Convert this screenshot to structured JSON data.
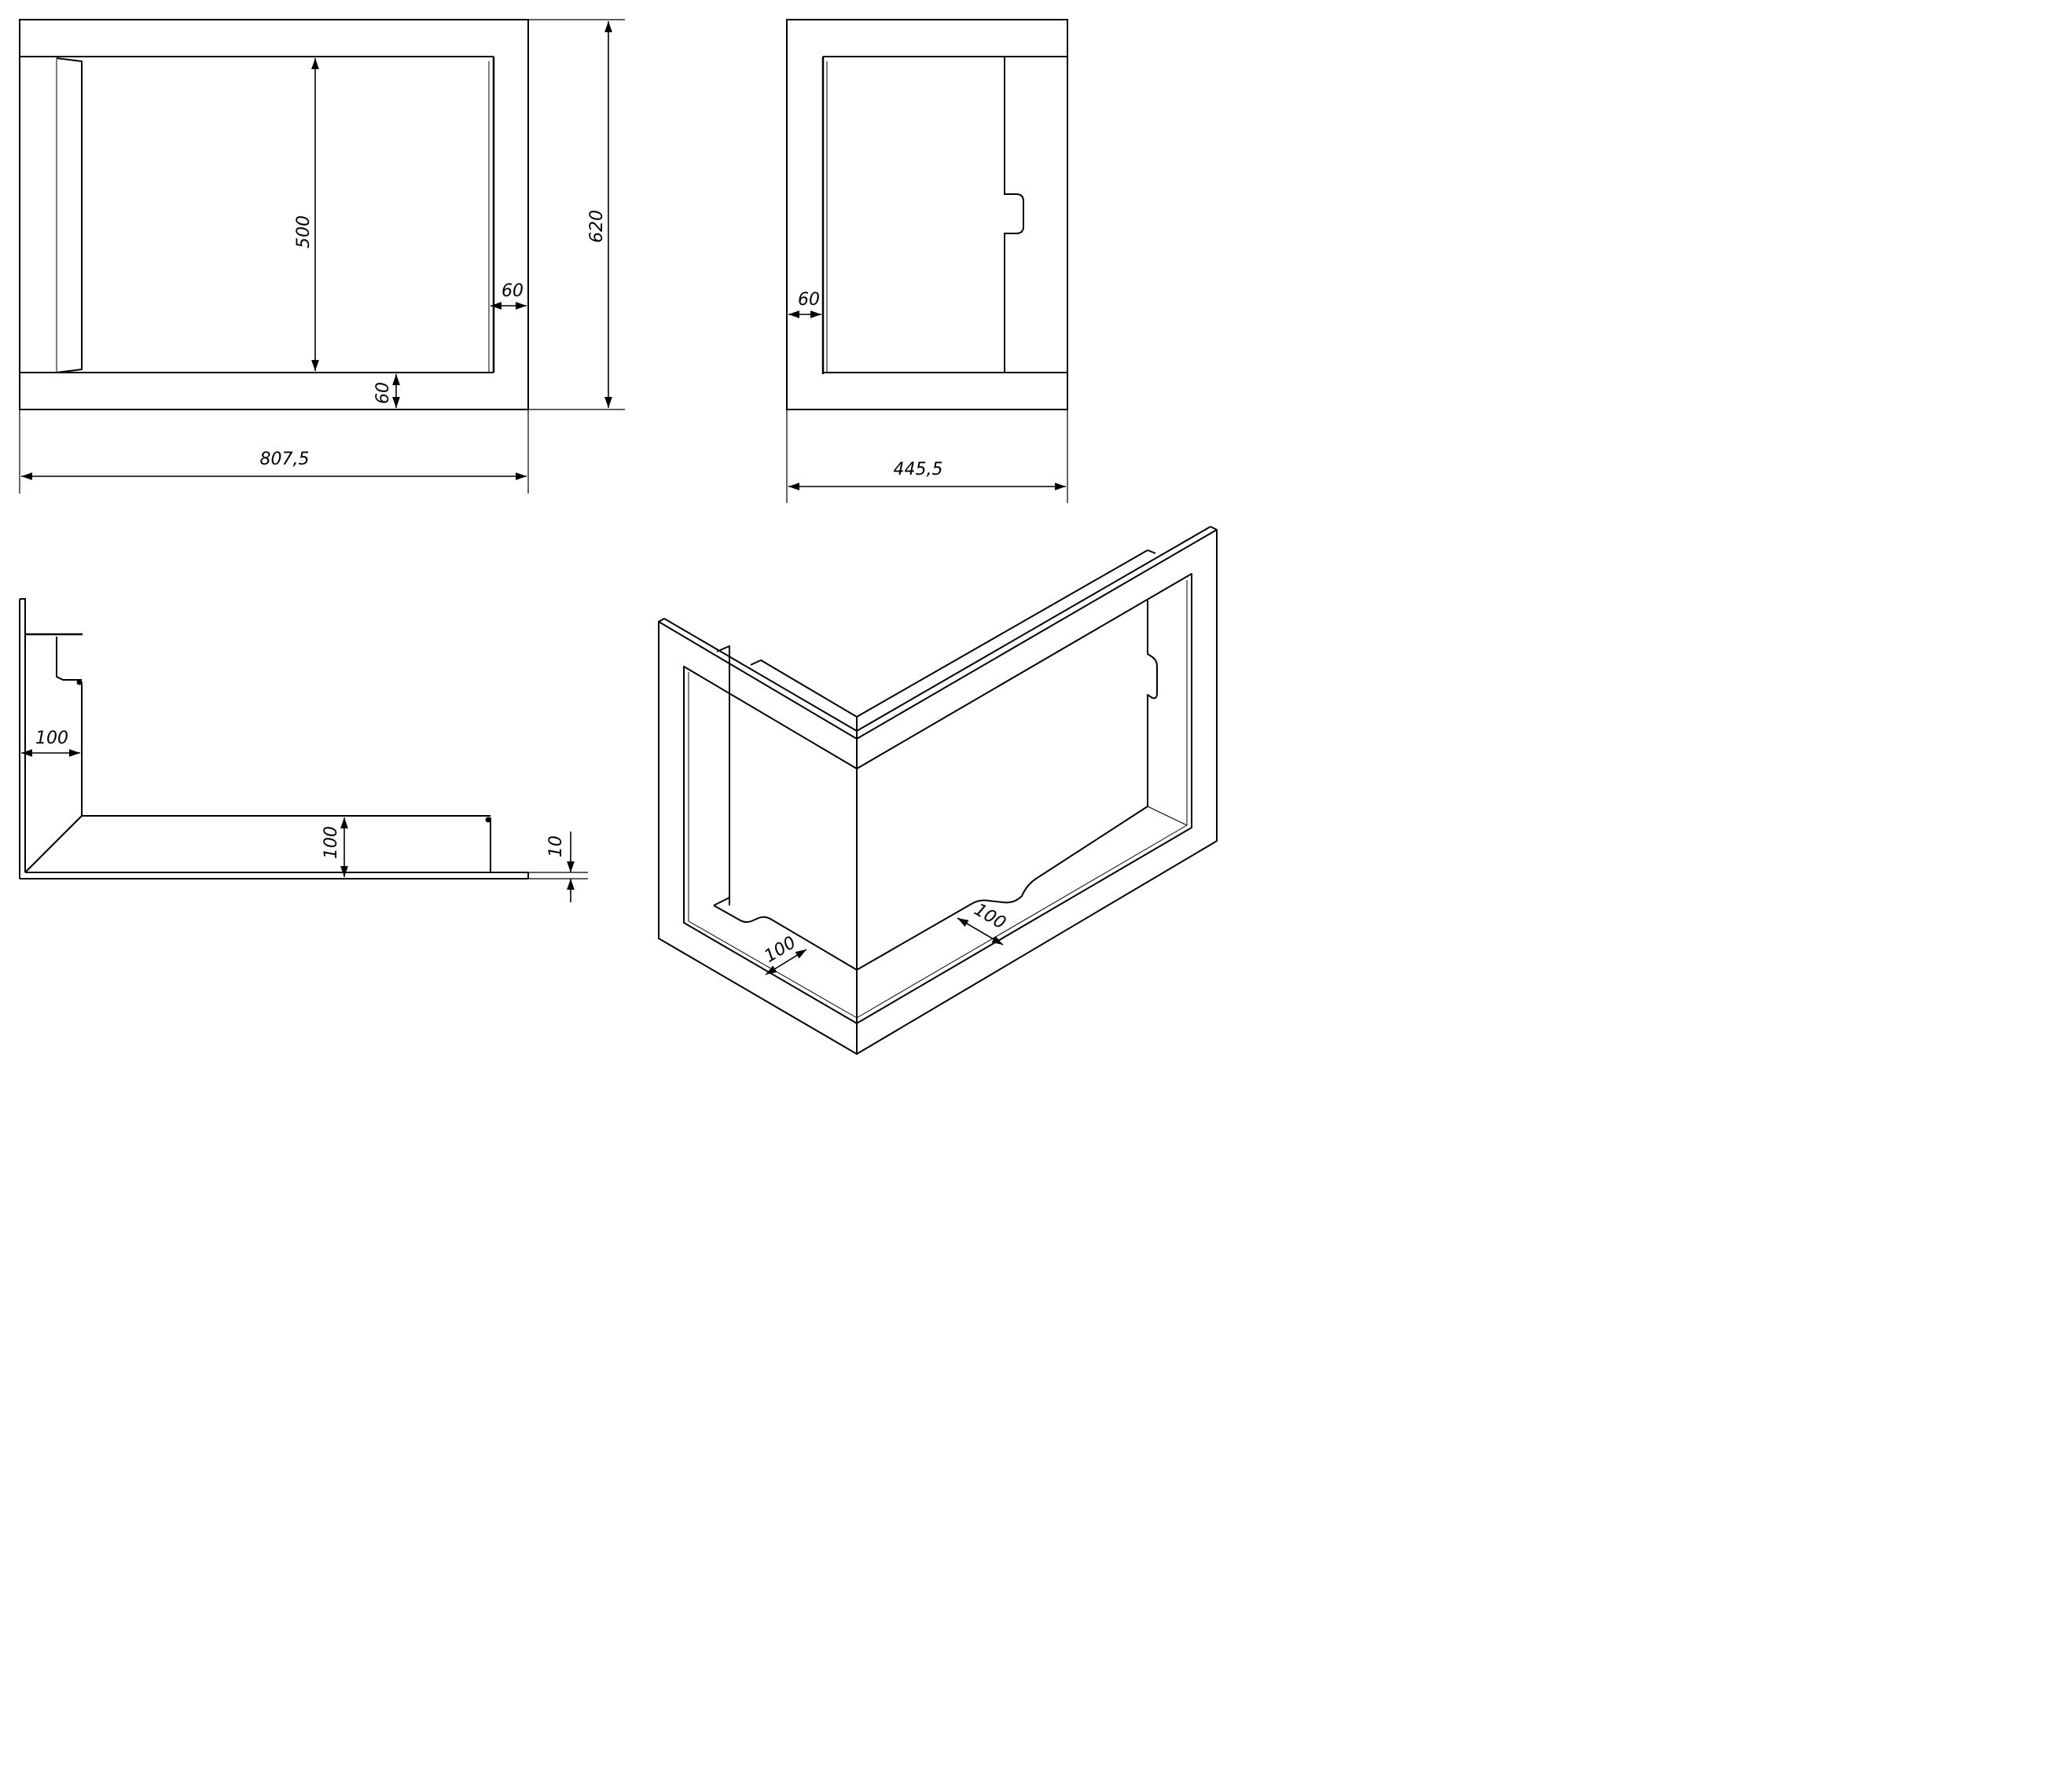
{
  "dimensions": {
    "front_width": "807,5",
    "front_height_total": "620",
    "front_opening_height": "500",
    "front_right_frame": "60",
    "front_bottom_frame": "60",
    "side_width": "445,5",
    "side_left_frame": "60",
    "plan_depth_100": "100",
    "plan_return_100": "100",
    "plan_thickness": "10",
    "iso_depth_left": "100",
    "iso_depth_right": "100"
  },
  "colors": {
    "line": "#000000",
    "background": "#ffffff"
  }
}
